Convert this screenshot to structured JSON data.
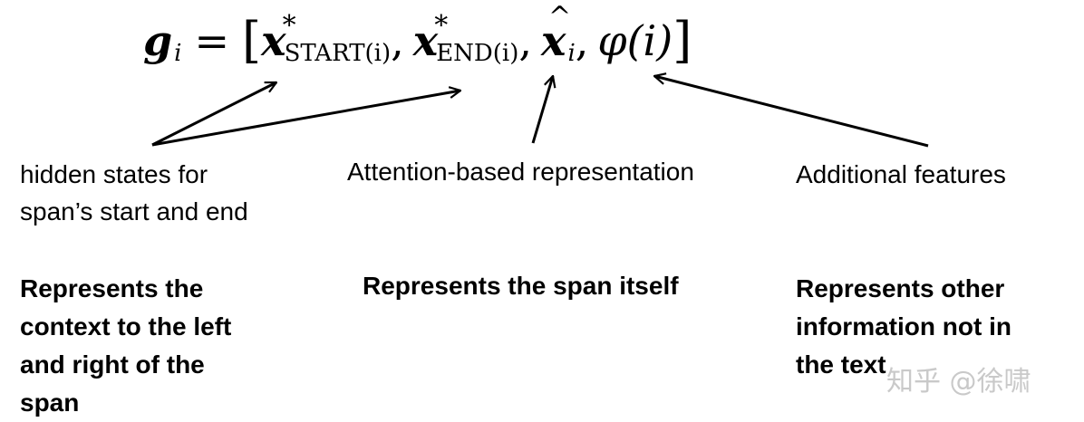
{
  "formula": {
    "lhs": "g",
    "lhs_sub": "i",
    "equals": "=",
    "open_bracket": "[",
    "term1": "x",
    "term1_sup": "*",
    "term1_sub": "START(i)",
    "comma1": ",",
    "term2": "x",
    "term2_sup": "*",
    "term2_sub": "END(i)",
    "comma2": ",",
    "term3": "x",
    "term3_sub": "i",
    "comma3": ",",
    "term4": "φ(i)",
    "close_bracket": "]"
  },
  "labels": {
    "hidden_states_line1": "hidden states for",
    "hidden_states_line2": "span’s start and end",
    "attention": "Attention-based representation",
    "additional": "Additional features"
  },
  "descriptions": {
    "left_lines": [
      "Represents the",
      "context to the left",
      "and right of the",
      "span"
    ],
    "middle": "Represents the span itself",
    "right_lines": [
      "Represents other",
      "information not in",
      "the text"
    ]
  },
  "watermark": "知乎 @徐啸"
}
